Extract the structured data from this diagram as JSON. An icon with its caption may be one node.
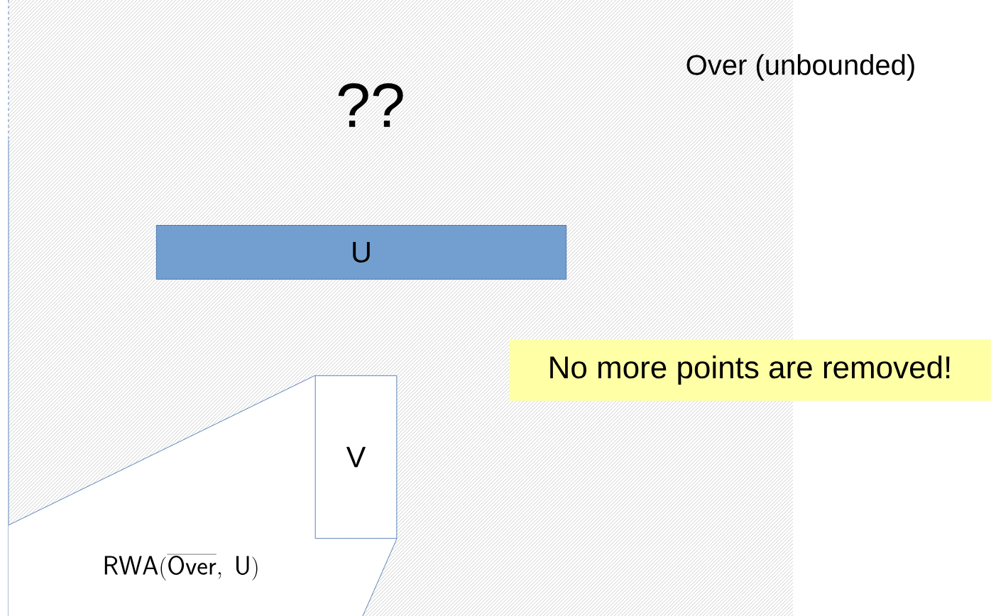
{
  "diagram": {
    "nodes": [
      {
        "text": [
          "U"
        ]
      },
      {
        "text": [
          "No more points are removed!"
        ]
      },
      {
        "text": [
          "V"
        ]
      },
      {
        "text": [
          "\\mathsf{RWA}(\\overline{\\mathsf{Over}},\\ \\mathsf{U})"
        ]
      }
    ],
    "labels": [
      "??",
      "Over (unbounded)"
    ]
  }
}
